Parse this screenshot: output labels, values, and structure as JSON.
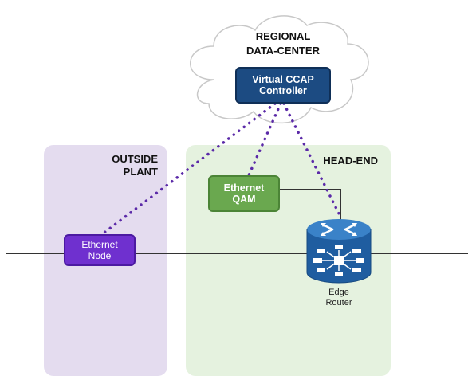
{
  "cloud": {
    "title": "REGIONAL\nDATA-CENTER"
  },
  "panels": {
    "outside_plant": {
      "title": "OUTSIDE\nPLANT"
    },
    "head_end": {
      "title": "HEAD-END"
    }
  },
  "nodes": {
    "vccap": {
      "label": "Virtual CCAP\nController"
    },
    "ethernet_qam": {
      "label": "Ethernet\nQAM"
    },
    "ethernet_node": {
      "label": "Ethernet\nNode"
    },
    "edge_router": {
      "label": "Edge\nRouter"
    }
  },
  "colors": {
    "outside_plant_bg": "#e4dcef",
    "head_end_bg": "#e5f2df",
    "controller": "#1c4b82",
    "qam": "#6aa84f",
    "node": "#6f30cf",
    "router": "#1f5da0",
    "dotted_link": "#5b2aa8"
  }
}
